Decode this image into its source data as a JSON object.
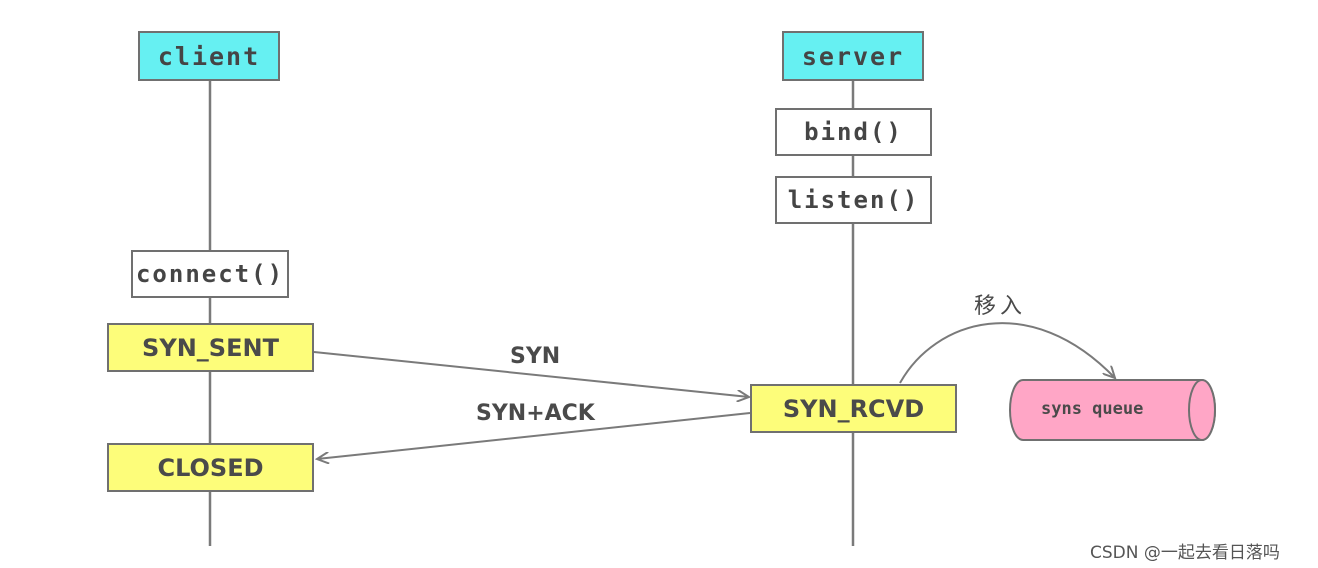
{
  "client": {
    "title": "client",
    "connect_label": "connect()",
    "syn_sent_label": "SYN_SENT",
    "closed_label": "CLOSED"
  },
  "server": {
    "title": "server",
    "bind_label": "bind()",
    "listen_label": "listen()",
    "syn_rcvd_label": "SYN_RCVD"
  },
  "messages": {
    "syn_label": "SYN",
    "syn_ack_label": "SYN+ACK"
  },
  "queue": {
    "move_label": "移入",
    "name": "syns queue"
  },
  "colors": {
    "header_fill": "#66f0f2",
    "state_fill": "#fdfd7a",
    "queue_fill": "#ffa6c6",
    "line": "#7a7a7a"
  },
  "watermark": "CSDN @一起去看日落吗"
}
